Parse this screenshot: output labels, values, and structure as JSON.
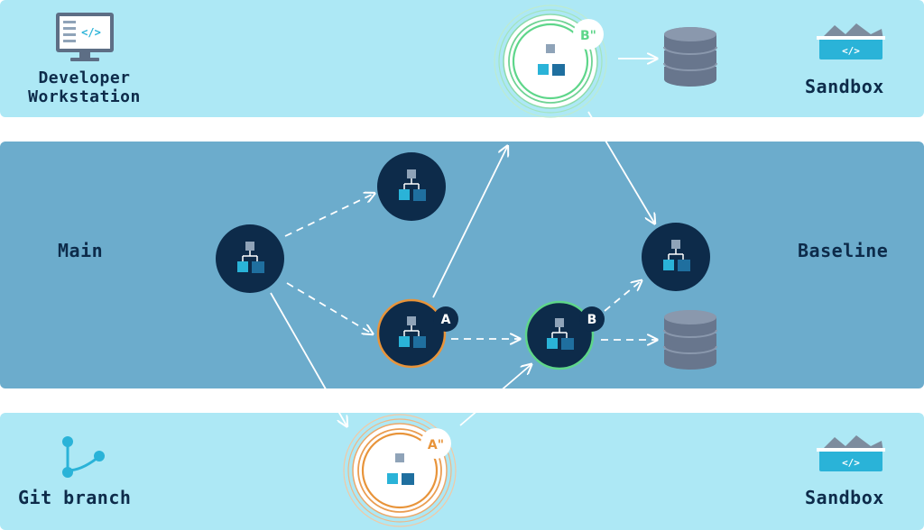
{
  "labels": {
    "developer_workstation": [
      "Developer",
      "Workstation"
    ],
    "sandbox_top": "Sandbox",
    "main": "Main",
    "baseline": "Baseline",
    "git_branch": "Git branch",
    "sandbox_bottom": "Sandbox"
  },
  "badges": {
    "b_double_prime": "B\"",
    "a": "A",
    "b": "B",
    "a_double_prime": "A\""
  },
  "colors": {
    "light_band": "#ade8f5",
    "main_band": "#6caccc",
    "node_fill": "#0d2b4a",
    "accent_orange": "#e8943a",
    "accent_green": "#5ed68a",
    "label_text": "#0d2b4a"
  },
  "icons": [
    "computer-code-icon",
    "sandbox-code-icon",
    "database-icon",
    "git-branch-icon",
    "hierarchy-icon"
  ]
}
